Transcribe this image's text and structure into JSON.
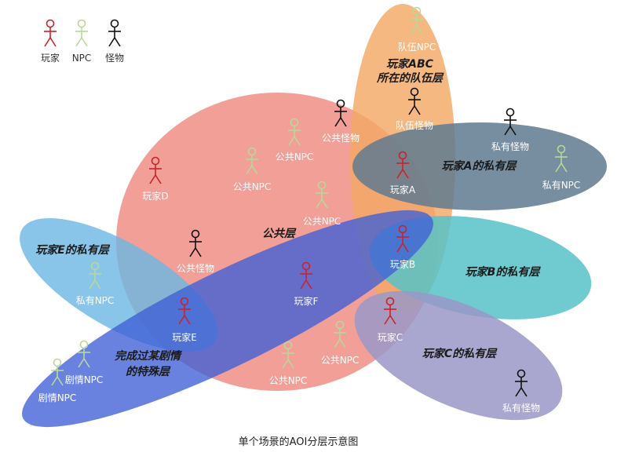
{
  "colors": {
    "player": "#c8232d",
    "npc": "#b8d89a",
    "monster": "#111111",
    "public_layer": "#ee8a80",
    "team_layer": "#f3a865",
    "private_a": "#5f7a91",
    "private_b": "#56c2c8",
    "private_c": "#9a98c7",
    "private_e": "#6bb6e4",
    "special_layer": "#3f5fd6"
  },
  "legend": {
    "player": "玩家",
    "npc": "NPC",
    "monster": "怪物"
  },
  "layers": {
    "public": "公共层",
    "team_line1": "玩家ABC",
    "team_line2": "所在的队伍层",
    "private_a": "玩家A的私有层",
    "private_b": "玩家B的私有层",
    "private_c": "玩家C的私有层",
    "private_e": "玩家E的私有层",
    "special_line1": "完成过某剧情",
    "special_line2": "的特殊层"
  },
  "entities": {
    "team_npc": "队伍NPC",
    "team_monster": "队伍怪物",
    "private_monster_a": "私有怪物",
    "private_npc_a": "私有NPC",
    "player_a": "玩家A",
    "player_b": "玩家B",
    "player_c": "玩家C",
    "player_d": "玩家D",
    "player_e": "玩家E",
    "player_f": "玩家F",
    "public_monster_1": "公共怪物",
    "public_monster_2": "公共怪物",
    "public_npc_1": "公共NPC",
    "public_npc_2": "公共NPC",
    "public_npc_3": "公共NPC",
    "public_npc_4": "公共NPC",
    "public_npc_5": "公共NPC",
    "private_npc_e": "私有NPC",
    "story_npc_1": "剧情NPC",
    "story_npc_2": "剧情NPC",
    "private_monster_c": "私有怪物"
  },
  "caption": "单个场景的AOI分层示意图"
}
